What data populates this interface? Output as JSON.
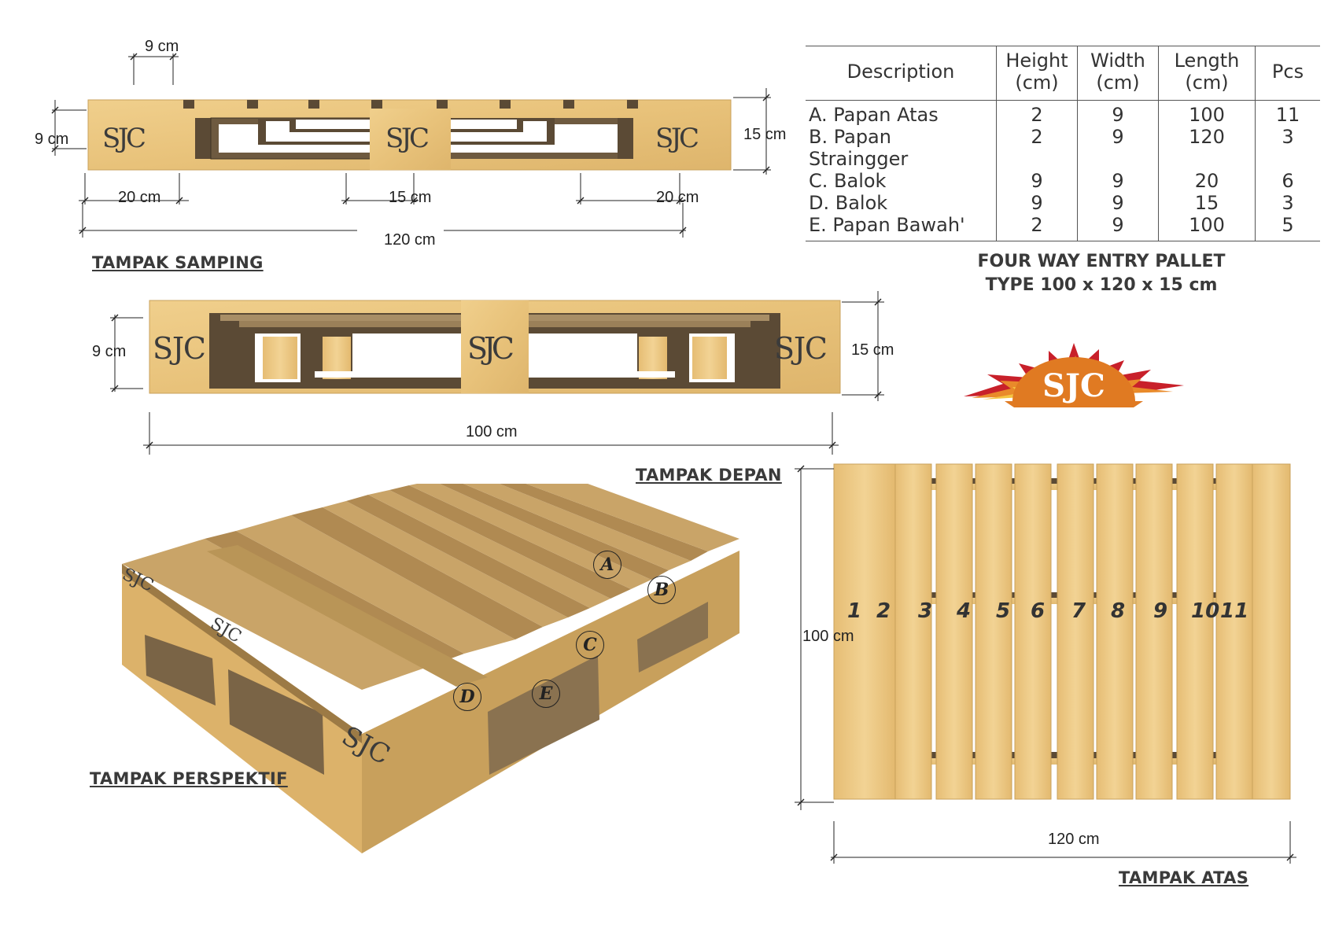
{
  "side_view": {
    "title": "TAMPAK SAMPING",
    "brand": "SJC",
    "dim_block_width": "9 cm",
    "dim_height_left": "9 cm",
    "dim_height_right": "15 cm",
    "dim_left_block": "20 cm",
    "dim_mid_block": "15 cm",
    "dim_right_block": "20 cm",
    "dim_total": "120 cm"
  },
  "front_view": {
    "title": "TAMPAK DEPAN",
    "brand": "SJC",
    "dim_height_left": "9 cm",
    "dim_height_right": "15 cm",
    "dim_total": "100 cm"
  },
  "perspective_view": {
    "title": "TAMPAK PERSPEKTIF",
    "brand": "SJC",
    "callouts": [
      "A",
      "B",
      "C",
      "D",
      "E"
    ]
  },
  "top_view": {
    "title": "TAMPAK ATAS",
    "dim_height": "100 cm",
    "dim_width": "120 cm",
    "board_numbers": [
      "1",
      "2",
      "3",
      "4",
      "5",
      "6",
      "7",
      "8",
      "9",
      "10",
      "11"
    ]
  },
  "spec_table": {
    "headers": {
      "description": "Description",
      "height": "Height",
      "width": "Width",
      "length": "Length",
      "pcs": "Pcs",
      "unit": "(cm)"
    },
    "rows": [
      {
        "description": "A. Papan Atas",
        "height": "2",
        "width": "9",
        "length": "100",
        "pcs": "11"
      },
      {
        "description": "B. Papan Straingger",
        "height": "2",
        "width": "9",
        "length": "120",
        "pcs": "3"
      },
      {
        "description": "C. Balok",
        "height": "9",
        "width": "9",
        "length": "20",
        "pcs": "6"
      },
      {
        "description": "D. Balok",
        "height": "9",
        "width": "9",
        "length": "15",
        "pcs": "3"
      },
      {
        "description": "E. Papan Bawah'",
        "height": "2",
        "width": "9",
        "length": "100",
        "pcs": "5"
      }
    ]
  },
  "heading": {
    "line1": "FOUR WAY ENTRY PALLET",
    "line2": "TYPE 100 x 120 x  15 cm"
  },
  "logo": {
    "text": "SJC"
  },
  "colors": {
    "wood": "#e8c27a",
    "wood_dark": "#5b4a35",
    "text": "#3a3a3a",
    "logo_orange": "#e07a22",
    "logo_red": "#c8202a"
  }
}
